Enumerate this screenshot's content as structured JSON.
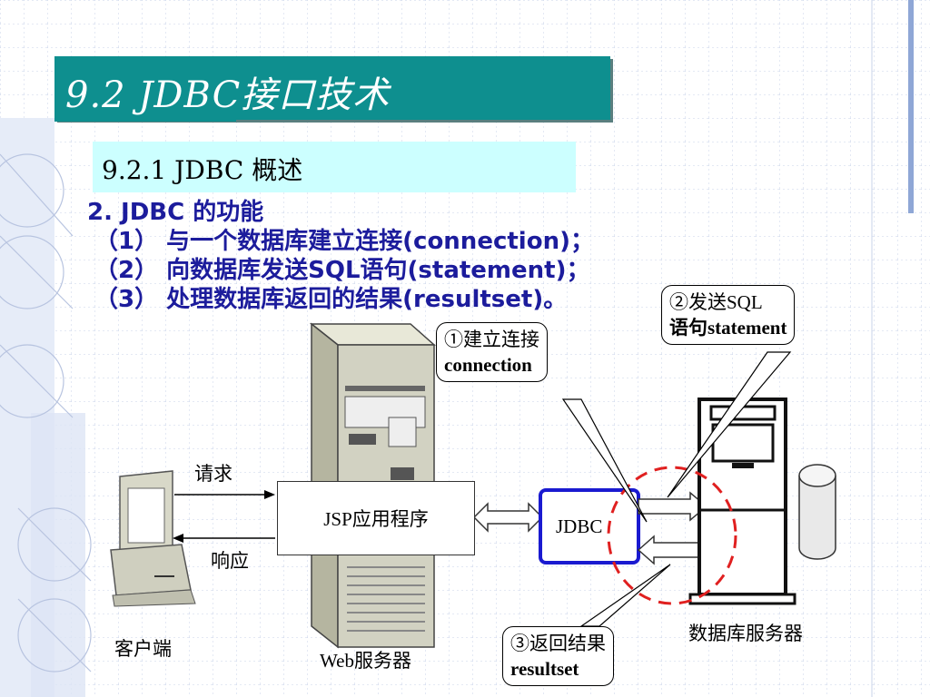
{
  "title": "9.2 JDBC接口技术",
  "subtitle": "9.2.1 JDBC 概述",
  "heading": "2. JDBC 的功能",
  "items": [
    "（1） 与一个数据库建立连接(connection)；",
    "（2） 向数据库发送SQL语句(statement)；",
    "（3） 处理数据库返回的结果(resultset)。"
  ],
  "callouts": {
    "c1": {
      "line1": "①建立连接",
      "line2": "connection"
    },
    "c2": {
      "line1": "②发送SQL",
      "line2": "语句statement"
    },
    "c3": {
      "line1": "③返回结果",
      "line2": "resultset"
    }
  },
  "diagram": {
    "request": "请求",
    "response": "响应",
    "client": "客户端",
    "web_server": "Web服务器",
    "jsp_app": "JSP应用程序",
    "jdbc": "JDBC",
    "db_server": "数据库服务器"
  },
  "colors": {
    "title_bg": "#0e8f8f",
    "subtitle_bg": "#ccffff",
    "text_blue": "#1c1c9c",
    "dashed_circle": "#e02020"
  }
}
